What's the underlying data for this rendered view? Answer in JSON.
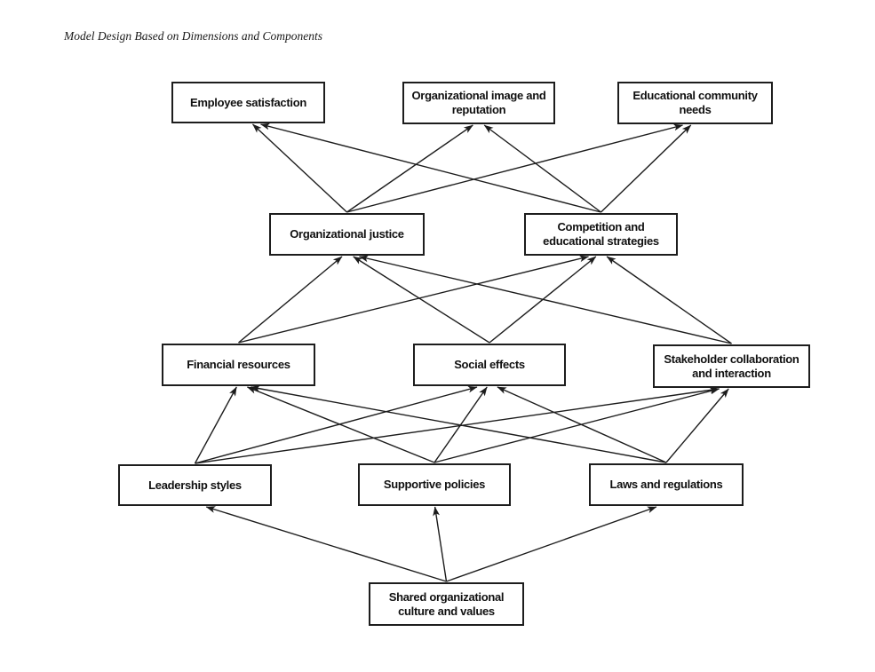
{
  "title": "Model Design Based on Dimensions and Components",
  "diagram": {
    "nodes": {
      "employee_satisfaction": {
        "label": "Employee satisfaction"
      },
      "org_image": {
        "label": "Organizational image and reputation"
      },
      "edu_community": {
        "label": "Educational community needs"
      },
      "org_justice": {
        "label": "Organizational justice"
      },
      "competition": {
        "label": "Competition and educational strategies"
      },
      "financial": {
        "label": "Financial resources"
      },
      "social": {
        "label": "Social effects"
      },
      "stakeholder": {
        "label": "Stakeholder collaboration and interaction"
      },
      "leadership": {
        "label": "Leadership styles"
      },
      "supportive": {
        "label": "Supportive policies"
      },
      "laws": {
        "label": "Laws and regulations"
      },
      "shared_culture": {
        "label": "Shared organizational culture and values"
      }
    },
    "edges": [
      {
        "from": "shared_culture",
        "to": "leadership"
      },
      {
        "from": "shared_culture",
        "to": "supportive"
      },
      {
        "from": "shared_culture",
        "to": "laws"
      },
      {
        "from": "leadership",
        "to": "financial"
      },
      {
        "from": "leadership",
        "to": "social"
      },
      {
        "from": "leadership",
        "to": "stakeholder"
      },
      {
        "from": "supportive",
        "to": "financial"
      },
      {
        "from": "supportive",
        "to": "social"
      },
      {
        "from": "supportive",
        "to": "stakeholder"
      },
      {
        "from": "laws",
        "to": "financial"
      },
      {
        "from": "laws",
        "to": "social"
      },
      {
        "from": "laws",
        "to": "stakeholder"
      },
      {
        "from": "financial",
        "to": "org_justice"
      },
      {
        "from": "financial",
        "to": "competition"
      },
      {
        "from": "social",
        "to": "org_justice"
      },
      {
        "from": "social",
        "to": "competition"
      },
      {
        "from": "stakeholder",
        "to": "org_justice"
      },
      {
        "from": "stakeholder",
        "to": "competition"
      },
      {
        "from": "org_justice",
        "to": "employee_satisfaction"
      },
      {
        "from": "org_justice",
        "to": "org_image"
      },
      {
        "from": "org_justice",
        "to": "edu_community"
      },
      {
        "from": "competition",
        "to": "employee_satisfaction"
      },
      {
        "from": "competition",
        "to": "org_image"
      },
      {
        "from": "competition",
        "to": "edu_community"
      }
    ]
  },
  "colors": {
    "background": "#ffffff",
    "line": "#1c1c1c",
    "box_border": "#1d1d1d",
    "box_fill": "#ffffff",
    "text": "#101010",
    "title_text": "#1a1a1a"
  }
}
